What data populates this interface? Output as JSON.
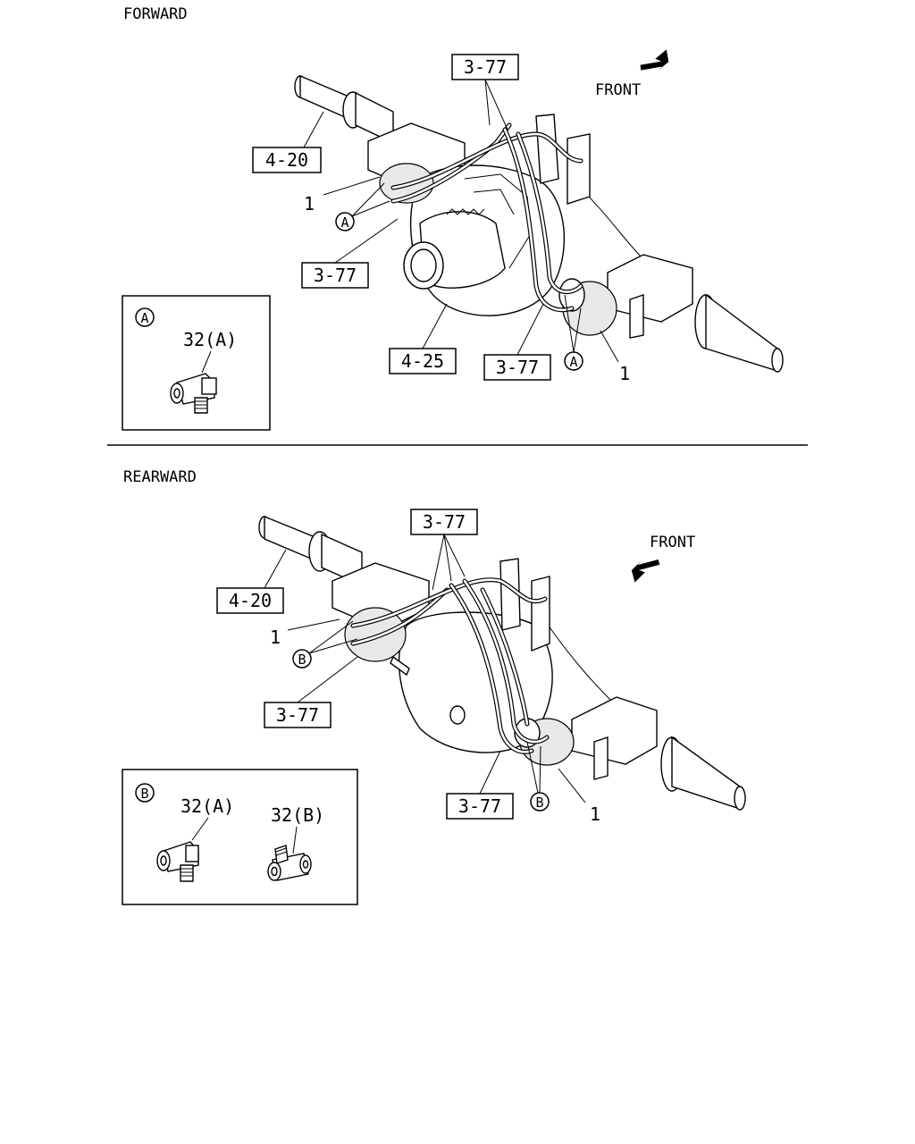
{
  "sections": {
    "forward": {
      "title": "FORWARD",
      "front_label": "FRONT",
      "callouts": {
        "ref_3_77_top": "3-77",
        "ref_4_20": "4-20",
        "ref_3_77_left": "3-77",
        "ref_4_25": "4-25",
        "ref_3_77_bottom": "3-77",
        "item_1_left": "1",
        "item_1_right": "1",
        "circle_a_left": "A",
        "circle_a_right": "A"
      },
      "detail": {
        "letter": "A",
        "part_label": "32(A)"
      }
    },
    "rearward": {
      "title": "REARWARD",
      "front_label": "FRONT",
      "callouts": {
        "ref_3_77_top": "3-77",
        "ref_4_20": "4-20",
        "ref_3_77_left": "3-77",
        "ref_3_77_bottom": "3-77",
        "item_1_left": "1",
        "item_1_right": "1",
        "circle_b_left": "B",
        "circle_b_right": "B"
      },
      "detail": {
        "letter": "B",
        "part_a_label": "32(A)",
        "part_b_label": "32(B)"
      }
    }
  }
}
